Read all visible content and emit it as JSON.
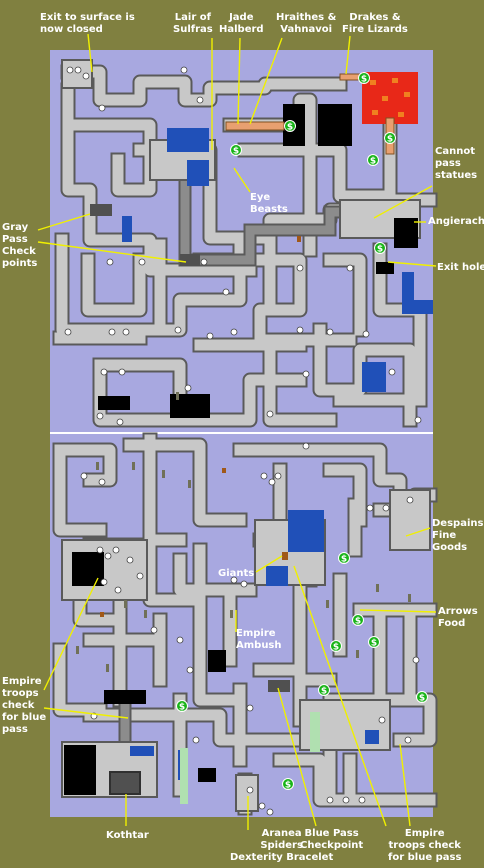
{
  "labels": {
    "exit_closed": "Exit to surface is\nnow closed",
    "lair": "Lair of\nSulfras",
    "jade": "Jade\nHalberd",
    "hraithes": "Hraithes &\nVahnavoi",
    "drakes": "Drakes &\nFire Lizards",
    "cannot_pass": "Cannot\npass\nstatues",
    "eye_beasts": "Eye\nBeasts",
    "angierach": "Angierach",
    "gray_pass": "Gray\nPass\nCheck\npoints",
    "exit_hole": "Exit hole",
    "despains": "Despains\nFine\nGoods",
    "giants": "Giants",
    "arrows_food": "Arrows\nFood",
    "empire_ambush": "Empire\nAmbush",
    "empire_troops_left": "Empire\ntroops\ncheck\nfor blue\npass",
    "kothtar": "Kothtar",
    "aranea": "Aranea\nSpiders\nDexterity Bracelet",
    "blue_pass": "Blue Pass\nCheckpoint",
    "empire_troops_right": "Empire\ntroops check\nfor blue pass"
  },
  "shop_icon": "dollar-sign-icon",
  "colors": {
    "background": "#808040",
    "rock": "#a8a8e0",
    "corridor": "#c8c8c8",
    "corridor_edge": "#606060",
    "water": "#2050b8",
    "lava": "#e82818",
    "void": "#000000",
    "label": "#ffffff",
    "pointer": "#f0f000",
    "shop_marker": "#18b418"
  }
}
